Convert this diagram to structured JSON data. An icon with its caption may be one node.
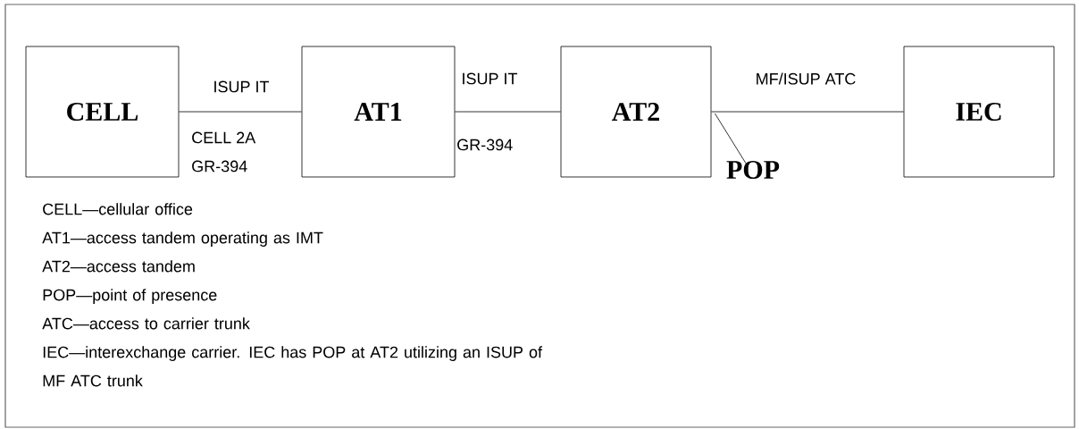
{
  "diagram": {
    "nodes": [
      {
        "text": [
          "CELL"
        ]
      },
      {
        "text": [
          "AT1"
        ]
      },
      {
        "text": [
          "AT2"
        ]
      },
      {
        "text": [
          "IEC"
        ]
      },
      {
        "text": [
          "POP"
        ]
      }
    ],
    "edges": [
      {
        "from": 0,
        "to": 1,
        "arrow": "none",
        "label": "ISUP IT"
      },
      {
        "from": 1,
        "to": 2,
        "arrow": "none",
        "label": "ISUP IT"
      },
      {
        "from": 2,
        "to": 3,
        "arrow": "none",
        "label": "MF/ISUP ATC"
      },
      {
        "from": 4,
        "to": 2,
        "arrow": "none"
      }
    ],
    "labels": [
      "CELL 2A",
      "GR-394",
      "GR-394",
      "CELL—cellular office",
      "AT1—access tandem operating as IMT",
      "AT2—access tandem",
      "POP—point of presence",
      "ATC—access to carrier trunk",
      "IEC—interexchange carrier. IEC has POP at AT2 utilizing an ISUP of MF ATC trunk"
    ]
  }
}
